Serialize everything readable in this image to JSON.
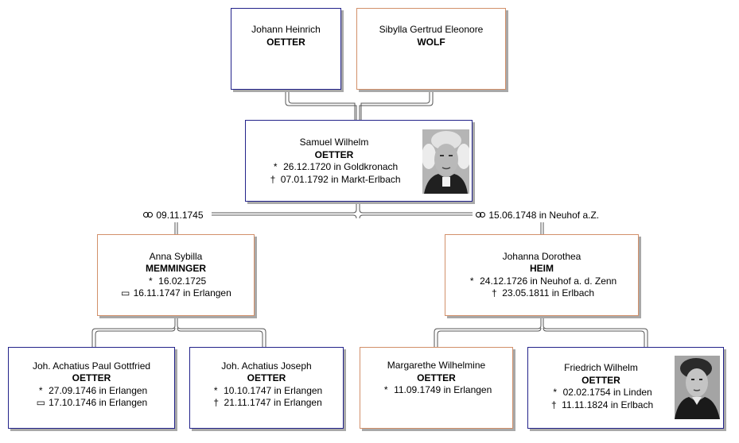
{
  "colors": {
    "male_border": "#22228a",
    "female_border": "#d2906a",
    "shadow": "#a8a8a8",
    "line": "#555555"
  },
  "icons": {
    "birth": "asterisk-icon",
    "death": "dagger-icon",
    "burial": "grave-icon",
    "marriage": "rings-icon"
  },
  "father": {
    "given": "Johann Heinrich",
    "surname": "OETTER"
  },
  "mother": {
    "given": "Sibylla Gertrud Eleonore",
    "surname": "WOLF"
  },
  "main": {
    "given": "Samuel Wilhelm",
    "surname": "OETTER",
    "birth": "26.12.1720 in Goldkronach",
    "death": "07.01.1792 in Markt-Erlbach"
  },
  "marriage1": "09.11.1745",
  "marriage2": "15.06.1748 in Neuhof a.Z.",
  "spouse1": {
    "given": "Anna Sybilla",
    "surname": "MEMMINGER",
    "birth": "16.02.1725",
    "burial": "16.11.1747 in Erlangen"
  },
  "spouse2": {
    "given": "Johanna Dorothea",
    "surname": "HEIM",
    "birth": "24.12.1726 in Neuhof a. d. Zenn",
    "death": "23.05.1811 in Erlbach"
  },
  "children": [
    {
      "given": "Joh. Achatius Paul Gottfried",
      "surname": "OETTER",
      "birth": "27.09.1746 in Erlangen",
      "burial": "17.10.1746 in Erlangen"
    },
    {
      "given": "Joh. Achatius Joseph",
      "surname": "OETTER",
      "birth": "10.10.1747 in Erlangen",
      "death": "21.11.1747 in Erlangen"
    },
    {
      "given": "Margarethe Wilhelmine",
      "surname": "OETTER",
      "birth": "11.09.1749 in Erlangen"
    },
    {
      "given": "Friedrich Wilhelm",
      "surname": "OETTER",
      "birth": "02.02.1754 in Linden",
      "death": "11.11.1824 in Erlbach"
    }
  ]
}
